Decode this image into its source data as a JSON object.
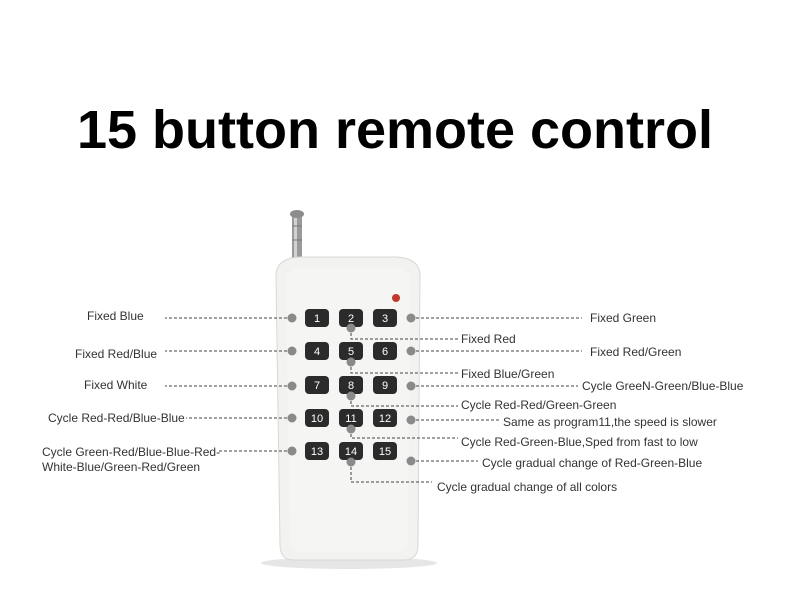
{
  "title": "15 button remote control",
  "colors": {
    "background": "#ffffff",
    "remote_body": "#f2f2f0",
    "remote_shadow": "#d8d8d4",
    "key": "#2b2b2b",
    "key_text": "#ffffff",
    "leader_line": "#444444",
    "anchor_dot": "#8a8a8a",
    "led": "#c0392b",
    "label_text": "#333333"
  },
  "keys": [
    "1",
    "2",
    "3",
    "4",
    "5",
    "6",
    "7",
    "8",
    "9",
    "10",
    "11",
    "12",
    "13",
    "14",
    "15"
  ],
  "callouts": [
    {
      "key": "1",
      "label": [
        "Fixed Blue"
      ]
    },
    {
      "key": "2",
      "label": [
        "Fixed Red"
      ]
    },
    {
      "key": "3",
      "label": [
        "Fixed Green"
      ]
    },
    {
      "key": "4",
      "label": [
        "Fixed Red/Blue"
      ]
    },
    {
      "key": "5",
      "label": [
        "Fixed Blue/Green"
      ]
    },
    {
      "key": "6",
      "label": [
        "Fixed Red/Green"
      ]
    },
    {
      "key": "7",
      "label": [
        "Fixed White"
      ]
    },
    {
      "key": "8",
      "label": [
        "Cycle Red-Red/Green-Green"
      ]
    },
    {
      "key": "9",
      "label": [
        "Cycle GreeN-Green/Blue-Blue"
      ]
    },
    {
      "key": "10",
      "label": [
        "Cycle Red-Red/Blue-Blue"
      ]
    },
    {
      "key": "11",
      "label": [
        "Cycle Red-Green-Blue,Sped from fast to low"
      ]
    },
    {
      "key": "12",
      "label": [
        "Same as program11,the speed is slower"
      ]
    },
    {
      "key": "13",
      "label": [
        "Cycle Green-Red/Blue-Blue-Red-",
        "White-Blue/Green-Red/Green"
      ]
    },
    {
      "key": "14",
      "label": [
        "Cycle gradual change of all colors"
      ]
    },
    {
      "key": "15",
      "label": [
        "Cycle gradual change of Red-Green-Blue"
      ]
    }
  ]
}
